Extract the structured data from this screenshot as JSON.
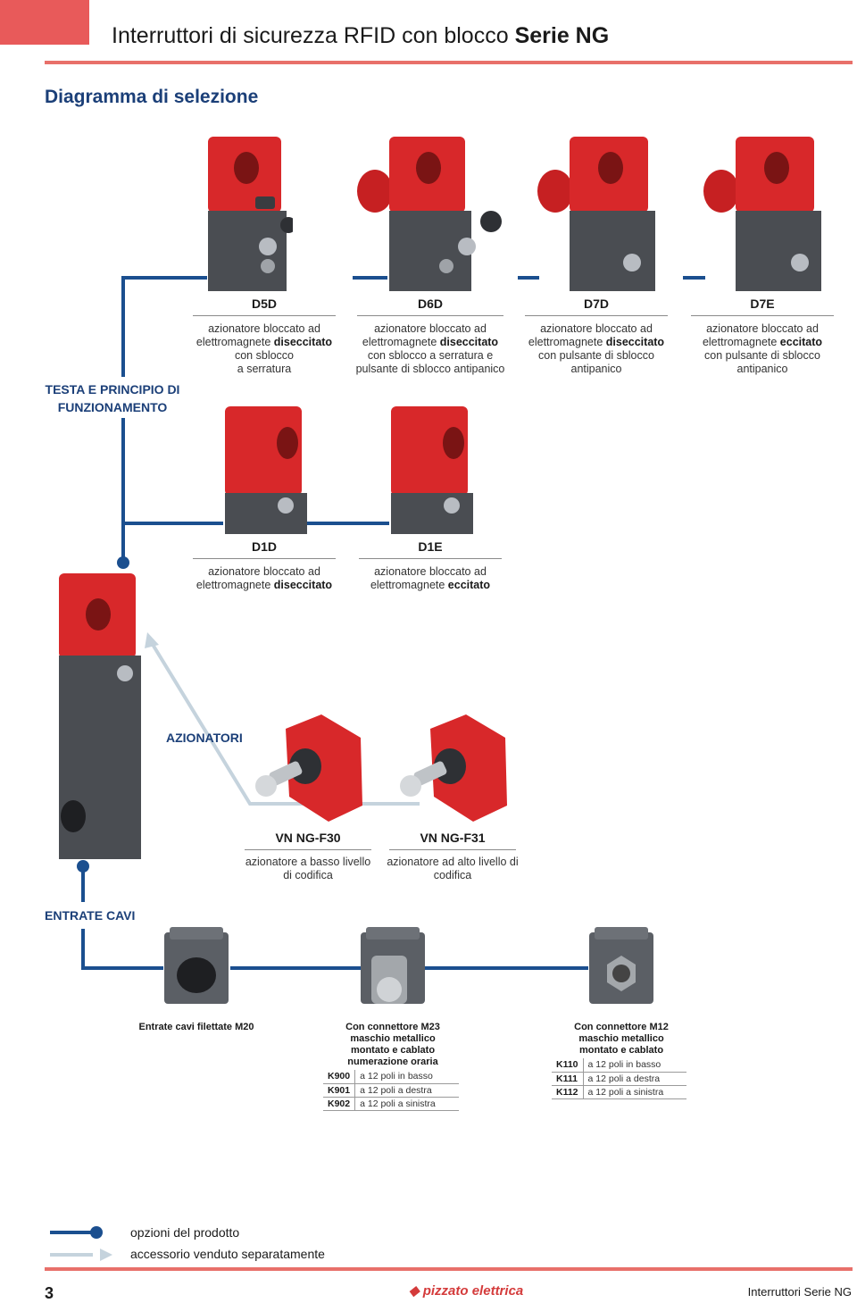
{
  "header": {
    "title_prefix": "Interruttori di sicurezza RFID con blocco",
    "title_series": "Serie NG"
  },
  "section_title": "Diagramma di selezione",
  "labels": {
    "heads": "TESTA E PRINCIPIO DI FUNZIONAMENTO",
    "actuators": "AZIONATORI",
    "cable_entries": "ENTRATE CAVI"
  },
  "heads_row1": [
    {
      "code": "D5D",
      "line1": "azionatore bloccato ad",
      "line2_pre": "elettromagnete ",
      "line2_bold": "diseccitato",
      "line3": "con sblocco",
      "line4": "a serratura"
    },
    {
      "code": "D6D",
      "line1": "azionatore bloccato ad",
      "line2_pre": "elettromagnete ",
      "line2_bold": "diseccitato",
      "line3": "con sblocco a serratura e",
      "line4": "pulsante di sblocco antipanico"
    },
    {
      "code": "D7D",
      "line1": "azionatore bloccato ad",
      "line2_pre": "elettromagnete ",
      "line2_bold": "diseccitato",
      "line3": "con pulsante di sblocco",
      "line4": "antipanico"
    },
    {
      "code": "D7E",
      "line1": "azionatore bloccato ad",
      "line2_pre": "elettromagnete ",
      "line2_bold": "eccitato",
      "line3": "con pulsante di sblocco",
      "line4": "antipanico"
    }
  ],
  "heads_row2": [
    {
      "code": "D1D",
      "line1": "azionatore bloccato ad",
      "line2_pre": "elettromagnete ",
      "line2_bold": "diseccitato"
    },
    {
      "code": "D1E",
      "line1": "azionatore bloccato ad",
      "line2_pre": "elettromagnete ",
      "line2_bold": "eccitato"
    }
  ],
  "actuators": [
    {
      "code": "VN NG-F30",
      "line1": "azionatore a basso livello",
      "line2": "di codifica"
    },
    {
      "code": "VN NG-F31",
      "line1": "azionatore ad alto livello di",
      "line2": "codifica"
    }
  ],
  "cables": [
    {
      "title": "Entrate cavi filettate M20",
      "options": []
    },
    {
      "title_lines": [
        "Con connettore M23",
        "maschio metallico",
        "montato e cablato",
        "numerazione oraria"
      ],
      "options": [
        {
          "code": "K900",
          "text": "a 12 poli in basso"
        },
        {
          "code": "K901",
          "text": "a 12 poli a destra"
        },
        {
          "code": "K902",
          "text": "a 12 poli a sinistra"
        }
      ]
    },
    {
      "title_lines": [
        "Con connettore M12",
        "maschio metallico",
        "montato e cablato"
      ],
      "options": [
        {
          "code": "K110",
          "text": "a 12 poli in basso"
        },
        {
          "code": "K111",
          "text": "a 12 poli a destra"
        },
        {
          "code": "K112",
          "text": "a 12 poli a sinistra"
        }
      ]
    }
  ],
  "legend": {
    "options": "opzioni del prodotto",
    "accessory": "accessorio venduto separatamente"
  },
  "footer": {
    "page_number": "3",
    "logo": "pizzato elettrica",
    "right_text": "Interruttori Serie NG"
  },
  "colors": {
    "accent_red": "#e85a5a",
    "line_blue": "#1b4f8f",
    "accessory_gray": "#c5d3dd",
    "device_red": "#d8282a",
    "device_gray": "#4a4d52"
  }
}
